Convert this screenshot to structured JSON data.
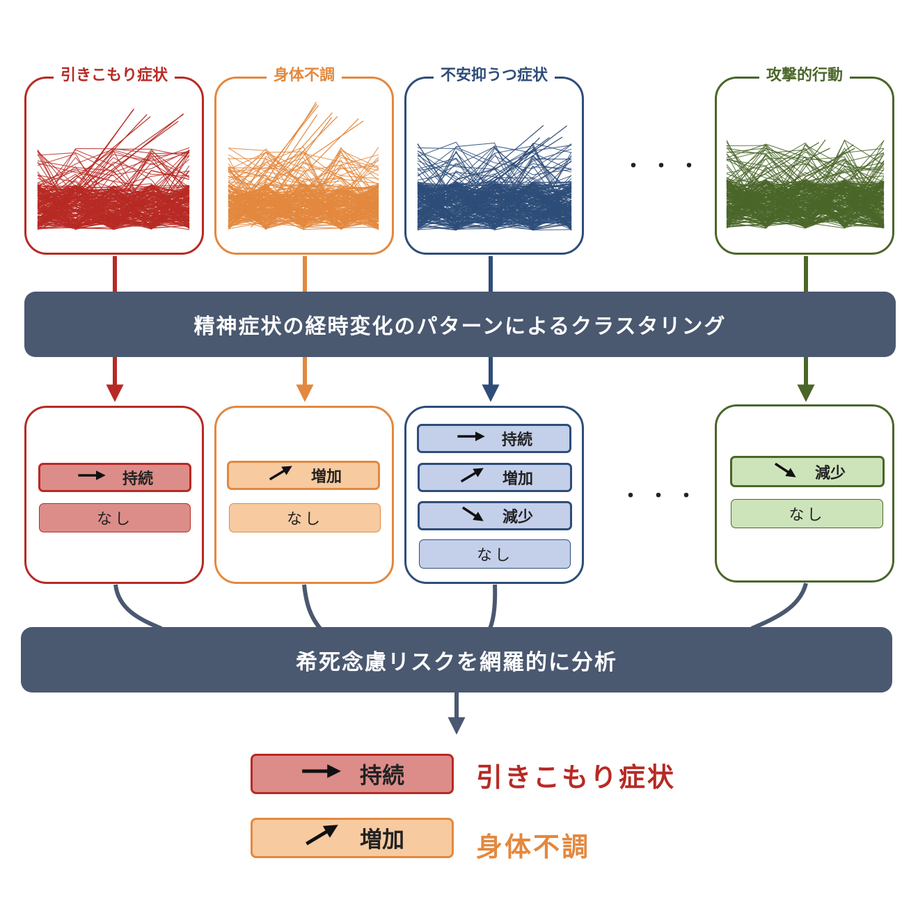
{
  "colors": {
    "red": "#b72a24",
    "orange": "#e3883e",
    "blue": "#2e4d79",
    "green": "#4a6629",
    "band": "#4a5870",
    "red_fill": "#dc8d89",
    "orange_fill": "#f7caa0",
    "blue_fill": "#c4cfea",
    "green_fill": "#cde4bb"
  },
  "symptoms": [
    {
      "title": "引きこもり症状",
      "color": "red"
    },
    {
      "title": "身体不調",
      "color": "orange"
    },
    {
      "title": "不安抑うつ症状",
      "color": "blue"
    },
    {
      "title": "攻撃的行動",
      "color": "green"
    }
  ],
  "ellipsis": "・・・",
  "clustering_band": "精神症状の経時変化のパターンによるクラスタリング",
  "clusters": [
    {
      "color": "red",
      "patterns": [
        {
          "icon": "arrow-right-icon",
          "label": "持続",
          "strong": true
        },
        {
          "icon": "",
          "label": "なし",
          "strong": false
        }
      ]
    },
    {
      "color": "orange",
      "patterns": [
        {
          "icon": "arrow-up-right-icon",
          "label": "増加",
          "strong": true
        },
        {
          "icon": "",
          "label": "なし",
          "strong": false
        }
      ]
    },
    {
      "color": "blue",
      "patterns": [
        {
          "icon": "arrow-right-icon",
          "label": "持続",
          "strong": true
        },
        {
          "icon": "arrow-up-right-icon",
          "label": "増加",
          "strong": true
        },
        {
          "icon": "arrow-down-right-icon",
          "label": "減少",
          "strong": true
        },
        {
          "icon": "",
          "label": "なし",
          "strong": false
        }
      ]
    },
    {
      "color": "green",
      "patterns": [
        {
          "icon": "arrow-down-right-icon",
          "label": "減少",
          "strong": true
        },
        {
          "icon": "",
          "label": "なし",
          "strong": false
        }
      ]
    }
  ],
  "analysis_band": "希死念慮リスクを網羅的に分析",
  "results": [
    {
      "icon": "arrow-right-icon",
      "pattern": "持続",
      "symptom": "引きこもり症状",
      "color": "red"
    },
    {
      "icon": "arrow-up-right-icon",
      "pattern": "増加",
      "symptom": "身体不調",
      "color": "orange"
    }
  ]
}
